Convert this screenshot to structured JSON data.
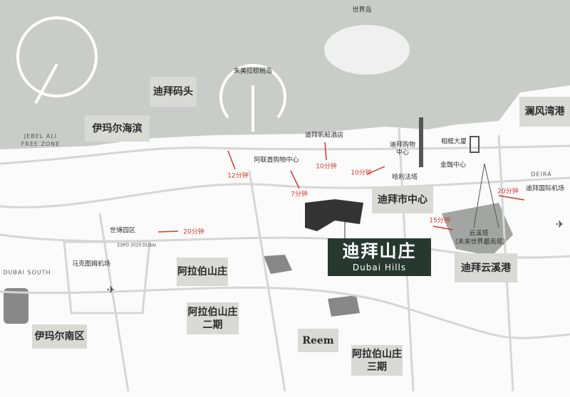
{
  "districts": {
    "marina": "迪拜码头",
    "jbr": "伊玛尔海滨",
    "creek_harbour_n": "澜风湾港",
    "downtown": "迪拜市中心",
    "hills_cn": "迪拜山庄",
    "hills_en": "Dubai Hills",
    "creek_harbour": "迪拜云溪港",
    "ar1": "阿拉伯山庄",
    "ar2_a": "阿拉伯山庄",
    "ar2_b": "二期",
    "reem": "Reem",
    "ar3_a": "阿拉伯山庄",
    "ar3_b": "三期",
    "south": "伊玛尔南区"
  },
  "landmarks": {
    "world": "世界岛",
    "palm": "朱美拉棕榈岛",
    "burj_al_arab": "迪拜帆船酒店",
    "moe": "阿联酋购物中心",
    "mall_a": "迪拜购物",
    "mall_b": "中心",
    "khalifa": "哈利法塔",
    "frame": "相框大厦",
    "difc": "金融中心",
    "deira": "DEIRA",
    "dxb": "迪拜国际机场",
    "tower": "云溪塔",
    "tower_note": "（未来世界最高塔）",
    "expo": "世博园区",
    "dwc": "马克图姆机场",
    "dubai_south": "DUBAI SOUTH",
    "jafz_a": "JEBEL ALI",
    "jafz_b": "FREE ZONE",
    "expo_logo": "EXPO 2020 DUBAI"
  },
  "times": {
    "palm": "12分钟",
    "moe": "7分钟",
    "burj": "10分钟",
    "mall": "10分钟",
    "expo": "20分钟",
    "creek": "15分钟",
    "airport": "20分钟"
  },
  "colors": {
    "sea": "#c9ccc8",
    "land_gray": "#9a9c99",
    "road": "#d6d6d6",
    "time": "#d33a2c",
    "main_box": "#27392f"
  }
}
